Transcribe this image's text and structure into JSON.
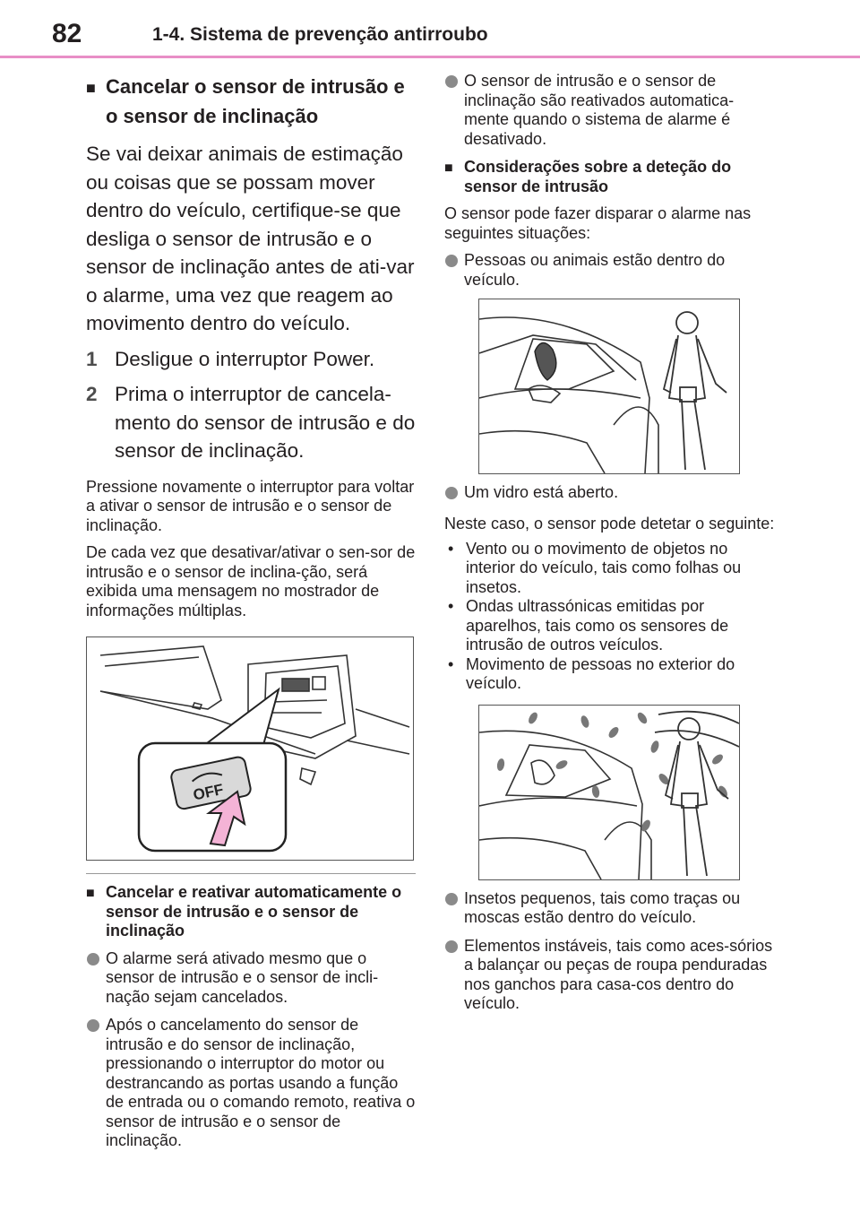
{
  "header": {
    "page_number": "82",
    "section_title": "1-4. Sistema de prevenção antirroubo"
  },
  "left": {
    "heading": "Cancelar o sensor de intrusão e o sensor de inclinação",
    "intro": "Se vai deixar animais de estimação ou coisas que se possam mover dentro do veículo, certifique-se que desliga o sensor de intrusão e o sensor de inclinação antes de ati-var o alarme, uma vez que reagem ao movimento dentro do veículo.",
    "steps": [
      {
        "n": "1",
        "text": "Desligue o interruptor Power."
      },
      {
        "n": "2",
        "text": "Prima o interruptor de cancela-mento do sensor de intrusão e do sensor de inclinação."
      }
    ],
    "note1": "Pressione novamente o interruptor para voltar a ativar o sensor de intrusão e o sensor de inclinação.",
    "note2": "De cada vez que desativar/ativar o sen-sor de intrusão e o sensor de inclina-ção, será exibida uma mensagem no mostrador de informações múltiplas.",
    "figure_label": "OFF",
    "sub_heading": "Cancelar e reativar automaticamente o sensor de intrusão e o sensor de inclinação",
    "bullets": [
      "O alarme será ativado mesmo que o sensor de intrusão e o sensor de incli-nação sejam cancelados.",
      "Após o cancelamento do sensor de intrusão e do sensor de inclinação, pressionando o interruptor do motor ou destrancando as portas usando a função de entrada ou o comando remoto, reativa o sensor de intrusão e o sensor de inclinação."
    ]
  },
  "right": {
    "bullet_top": "O sensor de intrusão e o sensor de inclinação são reativados automatica-mente quando o sistema de alarme é desativado.",
    "heading": "Considerações sobre a deteção do sensor de intrusão",
    "intro": "O sensor pode fazer disparar o alarme nas seguintes situações:",
    "bullet_people": "Pessoas ou animais estão dentro do veículo.",
    "bullet_window": "Um vidro está aberto.",
    "case_text": "Neste caso, o sensor pode detetar o seguinte:",
    "dashes": [
      "Vento ou o movimento de objetos no interior do veículo, tais como folhas ou insetos.",
      "Ondas ultrassónicas emitidas por aparelhos, tais como os sensores de intrusão de outros veículos.",
      "Movimento de pessoas no exterior do veículo."
    ],
    "bullet_insects": "Insetos pequenos, tais como traças ou moscas estão dentro do veículo.",
    "bullet_unstable": "Elementos instáveis, tais como aces-sórios a balançar ou peças de roupa penduradas nos ganchos para casa-cos dentro do veículo."
  }
}
